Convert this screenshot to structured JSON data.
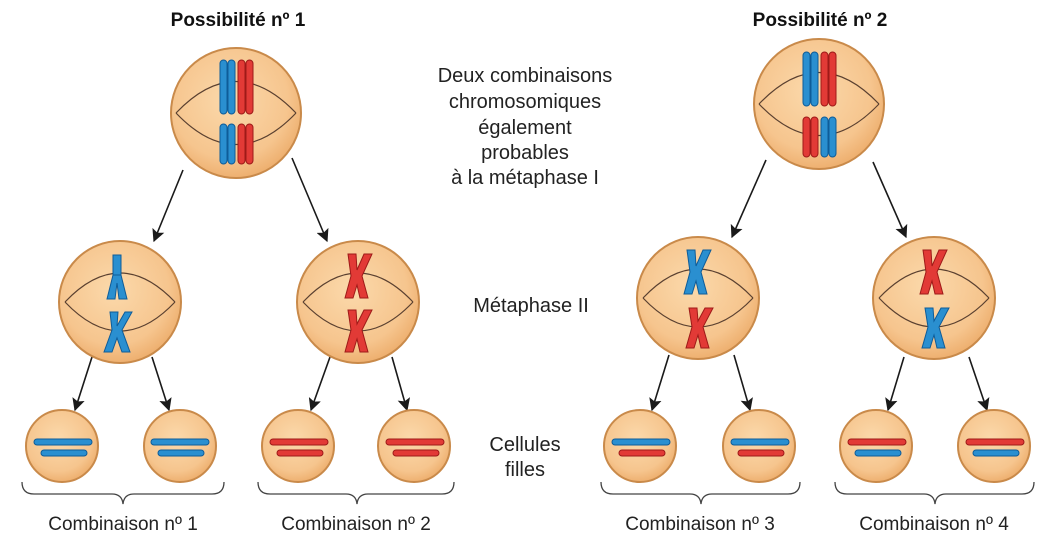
{
  "headings": {
    "possibility_1": "Possibilité nº 1",
    "possibility_2": "Possibilité nº 2"
  },
  "center_labels": {
    "metaphase_1_lines": [
      "Deux combinaisons",
      "chromosomiques",
      "également",
      "probables",
      "à la métaphase I"
    ],
    "metaphase_2": "Métaphase II",
    "daughter_cells_lines": [
      "Cellules",
      "filles"
    ]
  },
  "combinations": [
    "Combinaison nº 1",
    "Combinaison nº 2",
    "Combinaison nº 3",
    "Combinaison nº 4"
  ],
  "colors": {
    "cell_fill": "#f6c58e",
    "cell_border": "#c98a4a",
    "chromosome_blue": "#2a8fd0",
    "chromosome_red": "#e23a36"
  },
  "metaphase1_top_bottom": [
    {
      "possibility": 1,
      "top_pair": [
        "blue",
        "red"
      ],
      "bottom_pair": [
        "blue",
        "red"
      ]
    },
    {
      "possibility": 2,
      "top_pair": [
        "blue",
        "red"
      ],
      "bottom_pair": [
        "red",
        "blue"
      ]
    }
  ],
  "metaphase2_cells": [
    {
      "top": "blue",
      "bottom": "blue"
    },
    {
      "top": "red",
      "bottom": "red"
    },
    {
      "top": "blue",
      "bottom": "red"
    },
    {
      "top": "red",
      "bottom": "blue"
    }
  ]
}
